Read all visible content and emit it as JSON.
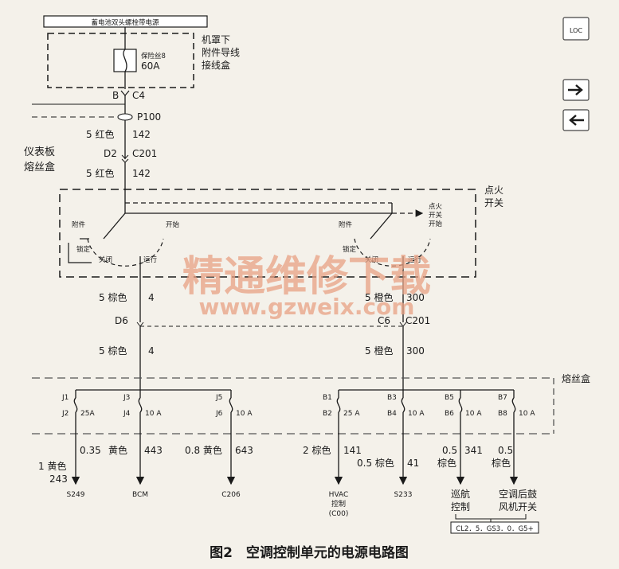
{
  "top_bus_label": "蓄电池双头螺栓带电源",
  "underhood_box": {
    "line1": "机罩下",
    "line2": "附件导线",
    "line3": "接线盒"
  },
  "fuse_main": {
    "name": "保险丝8",
    "rating": "60A"
  },
  "conn_c4": {
    "b": "B",
    "c4": "C4"
  },
  "conn_p100": "P100",
  "wire_5red_top": {
    "size_color": "5 红色",
    "circuit": "142"
  },
  "conn_d2": {
    "pin": "D2",
    "name": "C201"
  },
  "ip_fuse_block": {
    "line1": "仪表板",
    "line2": "熔丝盒"
  },
  "wire_5red_bottom": {
    "size_color": "5 红色",
    "circuit": "142"
  },
  "ignition_switch": {
    "line1": "点火",
    "line2": "开关"
  },
  "switch_left": {
    "acc": "附件",
    "start": "开始",
    "lock": "锁定",
    "off": "关闭",
    "run": "运行"
  },
  "switch_right": {
    "acc": "附件",
    "start_line1": "点火",
    "start_line2": "开关",
    "start_line3": "开始",
    "lock": "锁定",
    "off": "关闭",
    "run": "运行"
  },
  "wire_brown_4_top": {
    "size_color": "5 棕色",
    "circuit": "4"
  },
  "wire_orange_300_top": {
    "size_color": "5 橙色",
    "circuit": "300"
  },
  "conn_d6": "D6",
  "conn_c6": {
    "pin": "C6",
    "name": "C201"
  },
  "wire_brown_4_bottom": {
    "size_color": "5 棕色",
    "circuit": "4"
  },
  "wire_orange_300_bottom": {
    "size_color": "5 橙色",
    "circuit": "300"
  },
  "fuse_box": "熔丝盒",
  "fuses": [
    {
      "top": "J1",
      "bottom": "J2",
      "rating": "25A"
    },
    {
      "top": "J3",
      "bottom": "J4",
      "rating": "10 A"
    },
    {
      "top": "J5",
      "bottom": "J6",
      "rating": "10 A"
    },
    {
      "top": "B1",
      "bottom": "B2",
      "rating": "25 A"
    },
    {
      "top": "B3",
      "bottom": "B4",
      "rating": "10 A"
    },
    {
      "top": "B5",
      "bottom": "B6",
      "rating": "10 A"
    },
    {
      "top": "B7",
      "bottom": "B8",
      "rating": "10 A"
    }
  ],
  "outputs": {
    "w243_color": "1 黄色",
    "w243_circuit": "243",
    "w243_size": "0.35",
    "w443_color": "黄色",
    "w443_circuit": "443",
    "w643": "0.8 黄色",
    "w643_circuit": "643",
    "w141": "2 棕色",
    "w141_circuit": "141",
    "w41": "0.5 棕色",
    "w41_circuit": "41",
    "w341_size": "0.5",
    "w341_color": "棕色",
    "w341_circuit": "341",
    "w05_size": "0.5",
    "w05_color": "棕色"
  },
  "terminals": {
    "s249": "S249",
    "bcm": "BCM",
    "c206": "C206",
    "hvac_1": "HVAC",
    "hvac_2": "控制",
    "hvac_3": "(C00)",
    "s233": "S233",
    "cruise_1": "巡航",
    "cruise_2": "控制",
    "rear_1": "空调后鼓",
    "rear_2": "风机开关",
    "ref": "CL2．5．GS3．0．G5+"
  },
  "loc_icon_label": "LOC",
  "watermark": {
    "line1": "精通维修下载",
    "line2": "www.gzweix.com"
  },
  "caption": "图2　空调控制单元的电源电路图",
  "colors": {
    "line": "#1a1a1a",
    "dash": "#333333",
    "watermark": "#e8a184",
    "background": "#f4f1ea"
  }
}
